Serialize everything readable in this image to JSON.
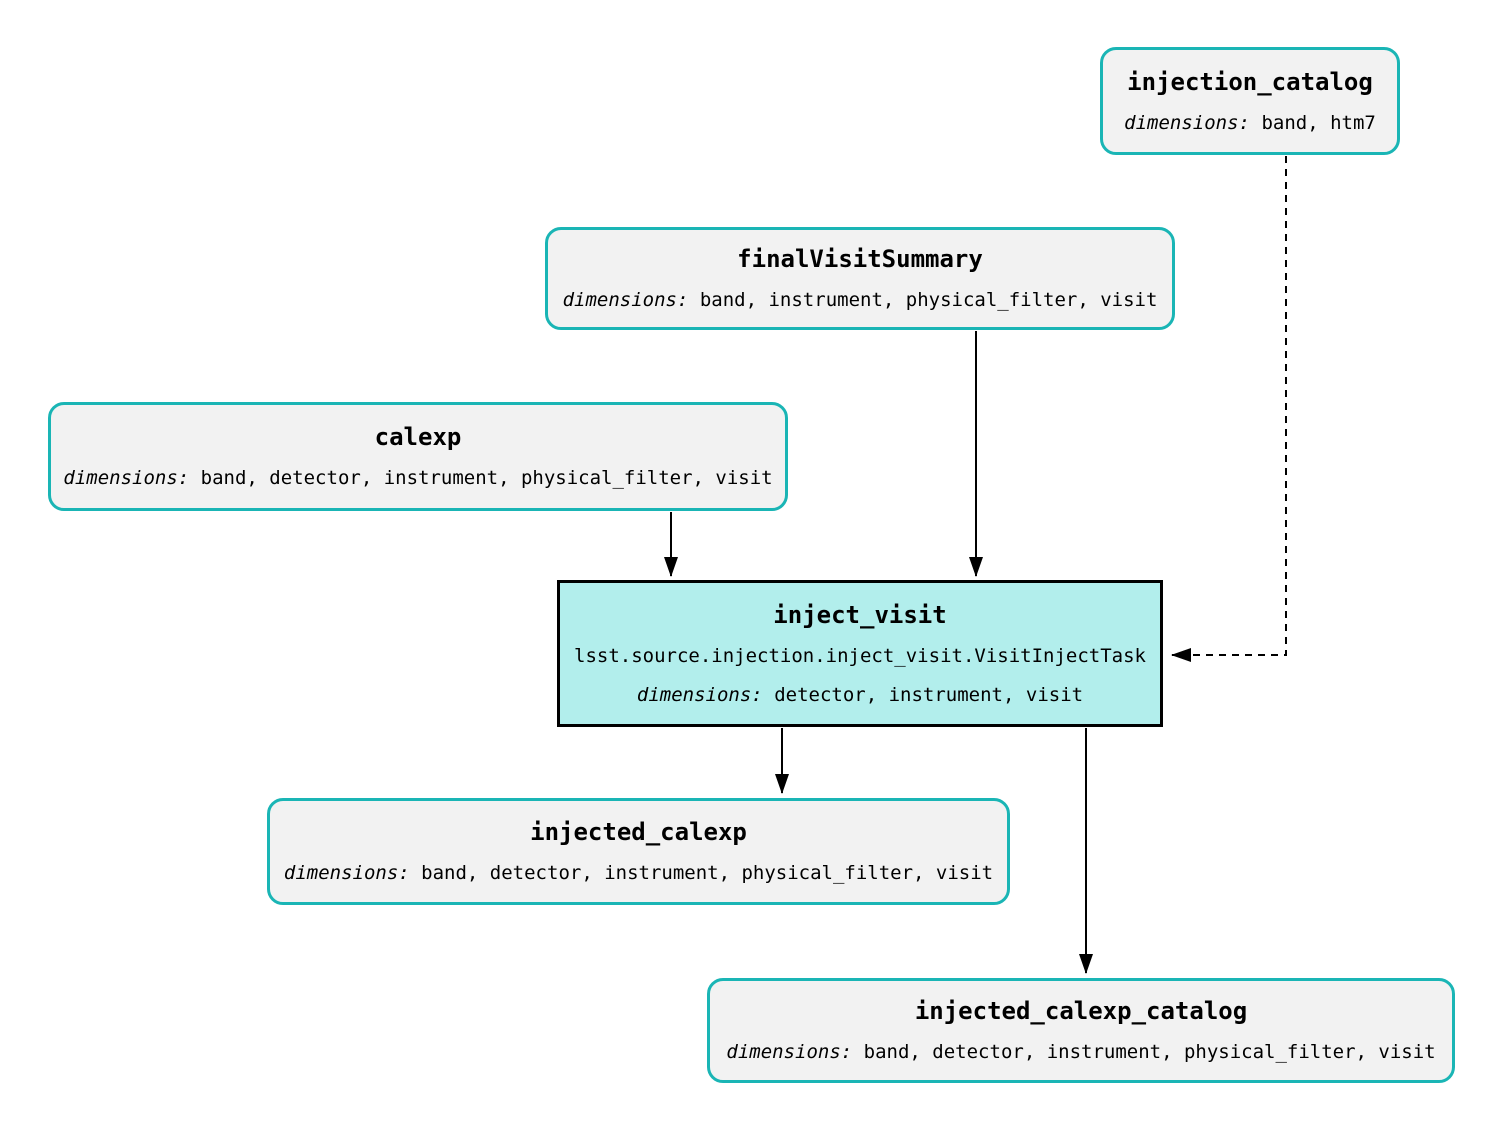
{
  "diagram": {
    "type": "pipeline-task-graph",
    "colors": {
      "dataset_border": "#1ab5b5",
      "dataset_fill": "#f2f2f2",
      "task_border": "#000000",
      "task_fill": "#b2eeec",
      "edge": "#000000",
      "background": "#ffffff"
    },
    "nodes": {
      "injection_catalog": {
        "kind": "dataset",
        "title": "injection_catalog",
        "dims_label": "dimensions:",
        "dims": "band, htm7"
      },
      "finalVisitSummary": {
        "kind": "dataset",
        "title": "finalVisitSummary",
        "dims_label": "dimensions:",
        "dims": "band, instrument, physical_filter, visit"
      },
      "calexp": {
        "kind": "dataset",
        "title": "calexp",
        "dims_label": "dimensions:",
        "dims": "band, detector, instrument, physical_filter, visit"
      },
      "inject_visit": {
        "kind": "task",
        "title": "inject_visit",
        "task_class": "lsst.source.injection.inject_visit.VisitInjectTask",
        "dims_label": "dimensions:",
        "dims": "detector, instrument, visit"
      },
      "injected_calexp": {
        "kind": "dataset",
        "title": "injected_calexp",
        "dims_label": "dimensions:",
        "dims": "band, detector, instrument, physical_filter, visit"
      },
      "injected_calexp_catalog": {
        "kind": "dataset",
        "title": "injected_calexp_catalog",
        "dims_label": "dimensions:",
        "dims": "band, detector, instrument, physical_filter, visit"
      }
    },
    "edges": [
      {
        "from": "calexp",
        "to": "inject_visit",
        "style": "solid"
      },
      {
        "from": "finalVisitSummary",
        "to": "inject_visit",
        "style": "solid"
      },
      {
        "from": "injection_catalog",
        "to": "inject_visit",
        "style": "dashed"
      },
      {
        "from": "inject_visit",
        "to": "injected_calexp",
        "style": "solid"
      },
      {
        "from": "inject_visit",
        "to": "injected_calexp_catalog",
        "style": "solid"
      }
    ]
  }
}
